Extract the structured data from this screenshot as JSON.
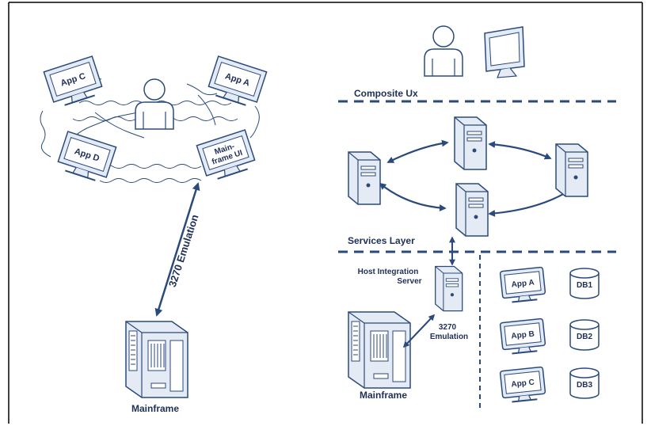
{
  "colors": {
    "line": "#2b4a7c",
    "fill": "#e4ebf5",
    "ink": "#1f2f55",
    "border": "#000000"
  },
  "left_panel": {
    "apps": {
      "app_c": "App C",
      "app_a": "App A",
      "app_d": "App D",
      "mainframe_ui_line1": "Main-",
      "mainframe_ui_line2": "frame UI"
    },
    "emulation_label": "3270 Emulation",
    "mainframe_label": "Mainframe",
    "icons": [
      "user-icon",
      "monitor-icon",
      "mainframe-icon"
    ]
  },
  "right_panel": {
    "composite_label": "Composite Ux",
    "services_label": "Services Layer",
    "host_line1": "Host Integration",
    "host_line2": "Server",
    "emulation_line1": "3270",
    "emulation_line2": "Emulation",
    "mainframe_label": "Mainframe",
    "apps": [
      "App A",
      "App B",
      "App C"
    ],
    "databases": [
      "DB1",
      "DB2",
      "DB3"
    ],
    "icons": [
      "user-icon",
      "desktop-monitor-icon",
      "server-icon",
      "mainframe-icon",
      "database-icon"
    ]
  }
}
